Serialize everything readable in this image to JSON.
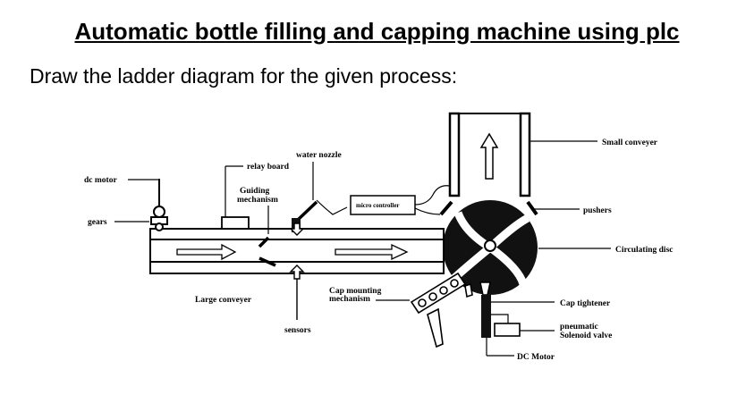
{
  "title": "Automatic bottle filling and capping machine using plc",
  "instruction": "Draw the ladder diagram for the given process:",
  "labels": {
    "small_conveyer": "Small conveyer",
    "water_nozzle": "water nozzle",
    "relay_board": "relay board",
    "dc_motor": "dc motor",
    "guiding_mechanism_1": "Guiding",
    "guiding_mechanism_2": "mechanism",
    "micro_controller": "micro controller",
    "pushers": "pushers",
    "gears": "gears",
    "circulating_disc": "Circulating disc",
    "cap_mounting_1": "Cap mounting",
    "cap_mounting_2": "mechanism",
    "large_conveyer": "Large conveyer",
    "cap_tightener": "Cap tightener",
    "sensors": "sensors",
    "pneumatic_1": "pneumatic",
    "pneumatic_2": "Solenoid valve",
    "dc_motor_2": "DC Motor"
  }
}
